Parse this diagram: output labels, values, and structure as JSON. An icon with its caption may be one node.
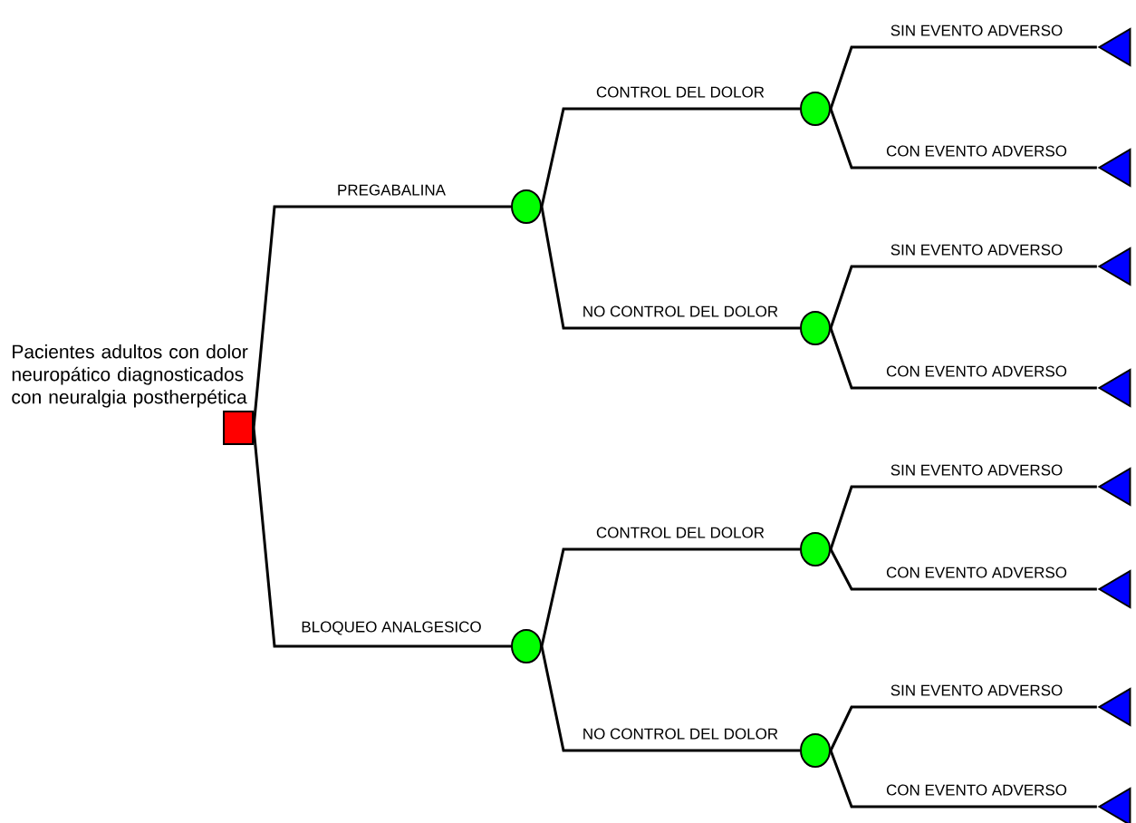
{
  "diagram": {
    "nodes": [
      {
        "text": [],
        "shape": "box",
        "beside": [
          "Pacientes adultos con dolor neuropático diagnosticados con neuralgia postherpética"
        ]
      },
      {
        "text": [],
        "shape": "circle"
      },
      {
        "text": [],
        "shape": "circle"
      },
      {
        "text": [],
        "shape": "triangle"
      },
      {
        "text": [],
        "shape": "triangle"
      },
      {
        "text": [],
        "shape": "circle"
      },
      {
        "text": [],
        "shape": "triangle"
      },
      {
        "text": [],
        "shape": "triangle"
      },
      {
        "text": [],
        "shape": "circle"
      },
      {
        "text": [],
        "shape": "circle"
      },
      {
        "text": [],
        "shape": "triangle"
      },
      {
        "text": [],
        "shape": "triangle"
      },
      {
        "text": [],
        "shape": "circle"
      },
      {
        "text": [],
        "shape": "triangle"
      },
      {
        "text": [],
        "shape": "triangle"
      }
    ],
    "edges": [
      {
        "from": 0,
        "to": 1,
        "arrow": "none",
        "label": "PREGABALINA"
      },
      {
        "from": 1,
        "to": 2,
        "arrow": "none",
        "label": "CONTROL DEL DOLOR"
      },
      {
        "from": 2,
        "to": 3,
        "arrow": "none",
        "label": "SIN EVENTO ADVERSO"
      },
      {
        "from": 2,
        "to": 4,
        "arrow": "none",
        "label": "CON EVENTO ADVERSO"
      },
      {
        "from": 1,
        "to": 5,
        "arrow": "none",
        "label": "NO CONTROL DEL DOLOR"
      },
      {
        "from": 5,
        "to": 6,
        "arrow": "none",
        "label": "SIN EVENTO ADVERSO"
      },
      {
        "from": 5,
        "to": 7,
        "arrow": "none",
        "label": "CON EVENTO ADVERSO"
      },
      {
        "from": 0,
        "to": 8,
        "arrow": "none",
        "label": "BLOQUEO ANALGESICO"
      },
      {
        "from": 8,
        "to": 9,
        "arrow": "none",
        "label": "CONTROL DEL DOLOR"
      },
      {
        "from": 9,
        "to": 10,
        "arrow": "none",
        "label": "SIN EVENTO ADVERSO"
      },
      {
        "from": 9,
        "to": 11,
        "arrow": "none",
        "label": "CON EVENTO ADVERSO"
      },
      {
        "from": 8,
        "to": 12,
        "arrow": "none",
        "label": "NO CONTROL DEL DOLOR"
      },
      {
        "from": 12,
        "to": 13,
        "arrow": "none",
        "label": "SIN EVENTO ADVERSO"
      },
      {
        "from": 12,
        "to": 14,
        "arrow": "none",
        "label": "CON EVENTO ADVERSO"
      }
    ]
  }
}
